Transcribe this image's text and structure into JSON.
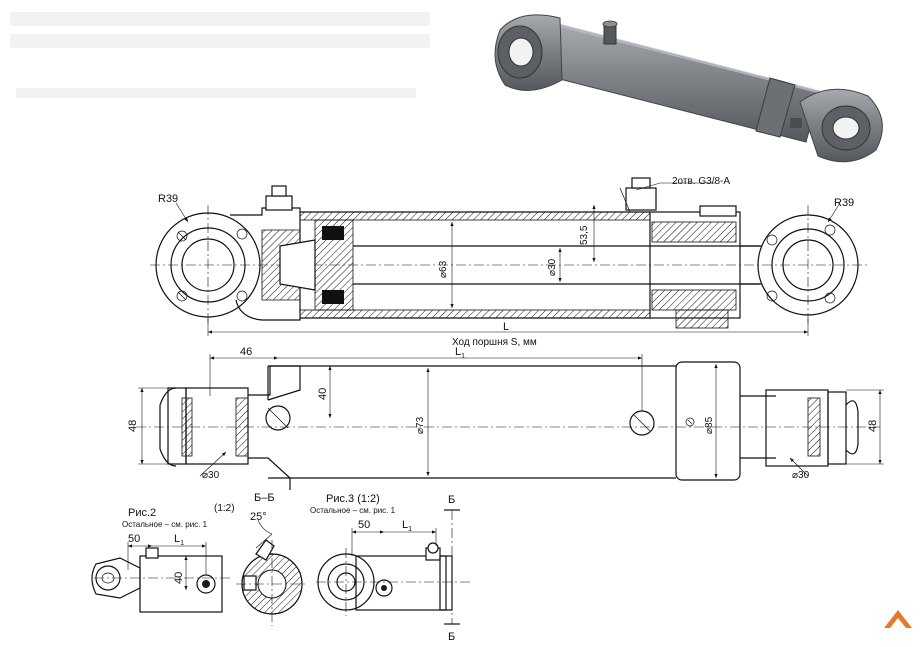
{
  "colors": {
    "line": "#111111",
    "body3d": "#7a7d82",
    "body3d_light": "#9a9da2",
    "body3d_dark": "#4e5155",
    "paper": "#ffffff"
  },
  "top_view": {
    "radius_left": "R39",
    "radius_right": "R39",
    "port_label": "2отв. G3/8-A",
    "dim_535": "53,5",
    "dim_63": "⌀63",
    "dim_30": "⌀30",
    "dim_L": "L",
    "stroke_label": "Ход поршня S, мм"
  },
  "middle_view": {
    "dim_46": "46",
    "dim_L1": "L",
    "dim_L1_sub": "1",
    "dim_40": "40",
    "dim_73": "⌀73",
    "dim_85": "⌀85",
    "dim_48_left": "48",
    "dim_48_right": "48",
    "dim_30_left": "⌀30",
    "dim_30_right": "⌀30"
  },
  "detail_2": {
    "title": "Рис.2",
    "note": "Остальное – см. рис. 1",
    "dim_50": "50",
    "dim_L1": "L",
    "dim_L1_sub": "1",
    "dim_40": "40"
  },
  "section_bb": {
    "title": "Б–Б",
    "scale": "(1:2)",
    "angle": "25°"
  },
  "detail_3": {
    "title": "Рис.3 (1:2)",
    "note": "Остальное – см. рис. 1",
    "dim_50": "50",
    "dim_L1": "L",
    "dim_L1_sub": "1",
    "section_mark_top": "Б",
    "section_mark_bottom": "Б"
  }
}
